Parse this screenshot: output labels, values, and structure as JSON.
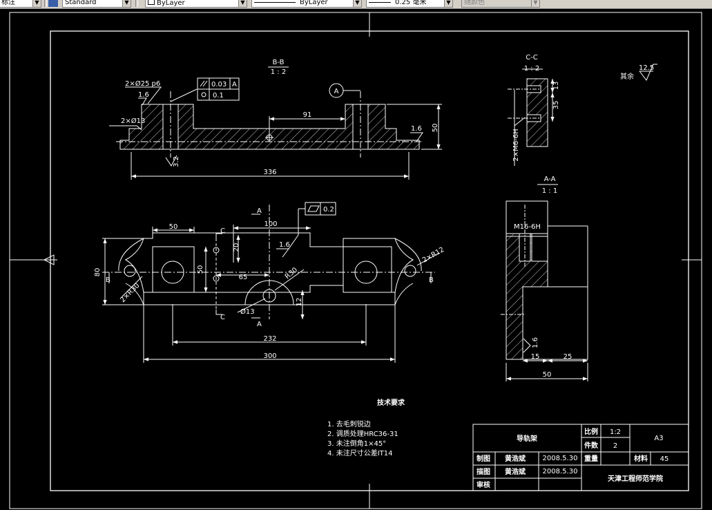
{
  "toolbar": {
    "annotation_label": "标注",
    "style_value": "Standard",
    "layer_value": "ByLayer",
    "linetype_value": "ByLayer",
    "lineweight_value": "0.25 毫米",
    "color_value": "随颜色"
  },
  "drawing": {
    "section_bb": {
      "label": "B-B",
      "scale": "1 : 2"
    },
    "section_cc": {
      "label": "C-C",
      "scale": "1 : 2"
    },
    "section_aa": {
      "label": "A-A",
      "scale": "1 : 1"
    },
    "rest_surface": {
      "label": "其余",
      "value": "12.5"
    },
    "datum_a": "A",
    "top_view": {
      "dims": {
        "hole_fit": "2×Ø25 p6",
        "small_hole": "2×Ø13",
        "span_91": "91",
        "length_336": "336",
        "height_50": "50",
        "rough_16a": "1.6",
        "rough_16b": "1.6",
        "rough_32": "3.2"
      },
      "tolerance": {
        "parallel_value": "0.03",
        "parallel_datum": "A",
        "position_value": "0.1"
      }
    },
    "front_view": {
      "dims": {
        "d50": "50",
        "d100": "100",
        "d20": "20",
        "d65": "65",
        "d80": "80",
        "d50v": "50",
        "d232": "232",
        "d300": "300",
        "d12": "12",
        "r_hole": "Ø13",
        "r_radius": "R30",
        "r12": "2×R12",
        "r30": "2×R30",
        "rough16": "1.6"
      },
      "flatness": "0.2",
      "labels": {
        "c_top": "C",
        "c_bottom": "C",
        "a_top": "A",
        "a_bottom": "A",
        "b_left": "B",
        "b_right": "B"
      }
    },
    "cc_view": {
      "d13": "13",
      "d35": "35",
      "thread": "2×M6-6H"
    },
    "aa_view": {
      "thread": "M16-6H",
      "d15": "15",
      "d25": "25",
      "d50": "50",
      "rough": "1.6"
    }
  },
  "tech_requirements": {
    "title": "技术要求",
    "items": [
      "1. 去毛刺锐边",
      "2. 调质处理HRC36-31",
      "3. 未注倒角1×45°",
      "4. 未注尺寸公差IT14"
    ]
  },
  "title_block": {
    "part_name": "导轨架",
    "scale_label": "比例",
    "scale_value": "1:2",
    "count_label": "件数",
    "count_value": "2",
    "sheet_size": "A3",
    "weight_label": "重量",
    "material_label": "材料",
    "material_value": "45",
    "drawn_label": "制图",
    "drawn_name": "黄浩斌",
    "drawn_date": "2008.5.30",
    "traced_label": "描图",
    "traced_name": "黄浩斌",
    "traced_date": "2008.5.30",
    "check_label": "审核",
    "school": "天津工程师范学院"
  }
}
